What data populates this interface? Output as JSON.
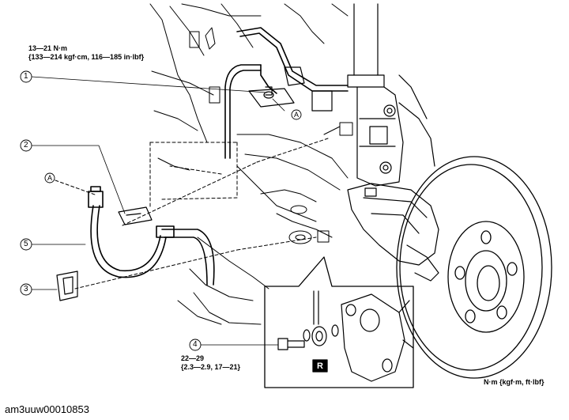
{
  "torque_top": {
    "line1": "13—21 N·m",
    "line2": "{133—214 kgf·cm, 116—185 in·lbf}"
  },
  "torque_bolt": {
    "line1": "22—29",
    "line2": "{2.3—2.9, 17—21}"
  },
  "callouts": [
    "1",
    "2",
    "3",
    "4",
    "5"
  ],
  "ref_labels": {
    "a_top": "A",
    "a_left": "A",
    "r_box": "R"
  },
  "unit_note": "N·m {kgf·m, ft·lbf}",
  "figure_code": "am3uuw00010853",
  "icons": [
    "brake-disc-icon",
    "caliper-icon",
    "brake-hose-icon",
    "strut-icon",
    "banjo-bolt-icon",
    "copper-washer-icon",
    "clip-icon",
    "bracket-icon"
  ]
}
